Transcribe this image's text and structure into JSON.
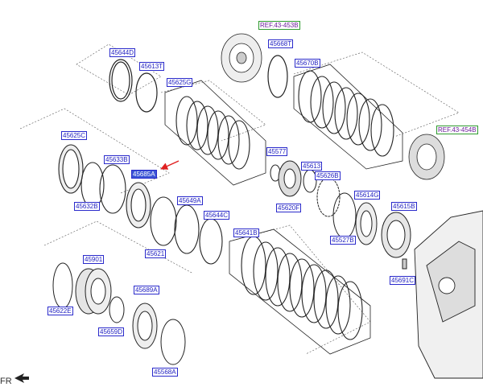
{
  "labels": {
    "ref_43_453b": "REF.43-453B",
    "p45668t": "45668T",
    "p45670b": "45670B",
    "p45644d": "45644D",
    "p45613t": "45613T",
    "p45625g": "45625G",
    "ref_43_454b": "REF.43-454B",
    "p45625c": "45625C",
    "p45633b": "45633B",
    "p45685a": "45685A",
    "p45632b": "45632B",
    "p45649a": "45649A",
    "p45644c": "45644C",
    "p45621": "45621",
    "p45577": "45577",
    "p45613": "45613",
    "p45626b": "45626B",
    "p45620f": "45620F",
    "p45614g": "45614G",
    "p45615b": "45615B",
    "p45527b": "45527B",
    "p45691c": "45691C",
    "p45641b": "45641B",
    "p45901": "45901",
    "p45622e": "45622E",
    "p45689a": "45689A",
    "p45659d": "45659D",
    "p45568a": "45568A"
  },
  "front_text": "FR",
  "colors": {
    "label_border": "#2a2acb",
    "label_text": "#1d1dc0",
    "highlight_bg": "#3b55d6",
    "arrow": "#e02020",
    "line": "#222222"
  }
}
